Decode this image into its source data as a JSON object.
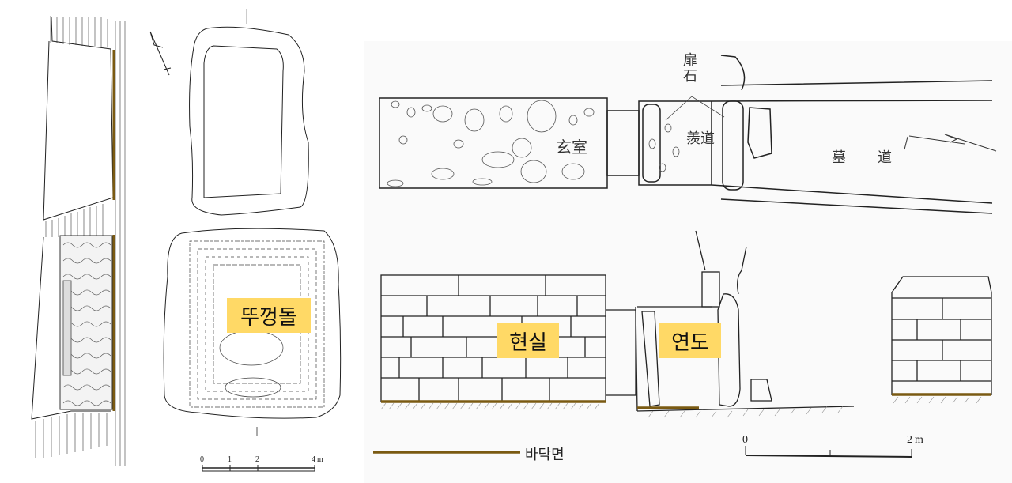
{
  "colors": {
    "floor_line": "#7a5a12",
    "label_bg": "#ffd966",
    "ink": "#222222"
  },
  "left_figure": {
    "label": "뚜껑돌",
    "scale_bar": {
      "ticks": [
        "0",
        "1",
        "2",
        "4"
      ],
      "unit": "m"
    }
  },
  "right_figure": {
    "plan_labels": {
      "door_stone": [
        "扉",
        "石"
      ],
      "main_chamber": "玄室",
      "passage": "羨道",
      "tomb_path": [
        "墓",
        "道"
      ]
    },
    "section_labels": {
      "main_chamber": "현실",
      "passage": "연도"
    },
    "legend": {
      "label": "바닥면"
    },
    "scale_bar": {
      "ticks": [
        "0",
        "2"
      ],
      "unit": "m"
    }
  }
}
